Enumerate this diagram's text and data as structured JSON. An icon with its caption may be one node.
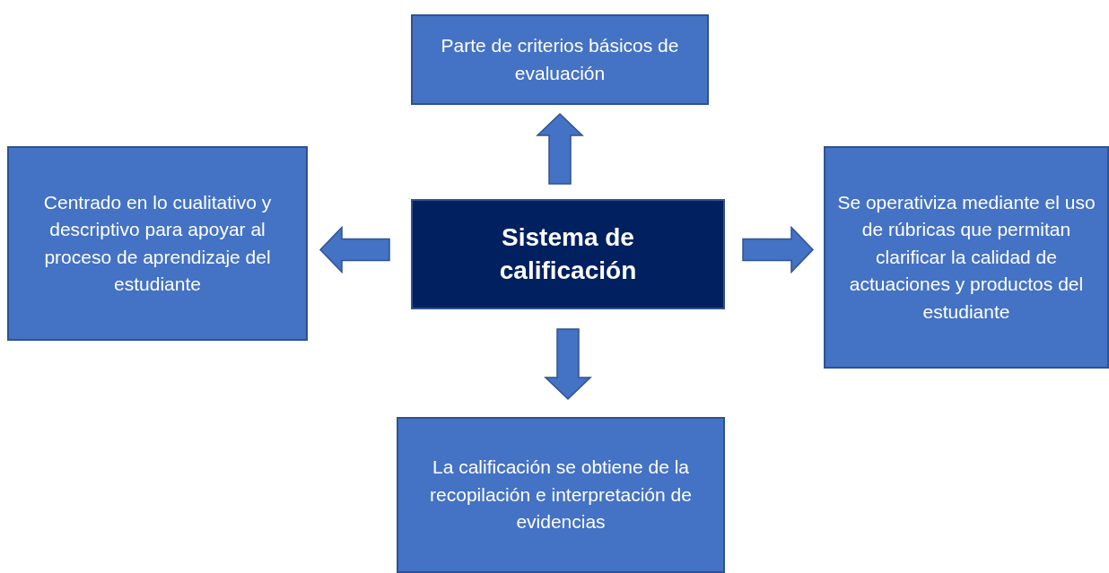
{
  "diagram": {
    "nodes": [
      {
        "text": [
          "Parte de criterios básicos de evaluación"
        ]
      },
      {
        "text": [
          "Centrado en lo cualitativo y descriptivo para apoyar al proceso de aprendizaje del estudiante"
        ]
      },
      {
        "text": [
          "Sistema de calificación"
        ]
      },
      {
        "text": [
          "Se operativiza mediante el uso de rúbricas que permitan clarificar la calidad de actuaciones y productos del estudiante"
        ]
      },
      {
        "text": [
          "La calificación se obtiene de la recopilación e interpretación de evidencias"
        ]
      }
    ],
    "edges": [
      {
        "from": 2,
        "to": 0,
        "arrow": "to"
      },
      {
        "from": 2,
        "to": 1,
        "arrow": "to"
      },
      {
        "from": 2,
        "to": 3,
        "arrow": "to"
      },
      {
        "from": 2,
        "to": 4,
        "arrow": "to"
      }
    ]
  }
}
